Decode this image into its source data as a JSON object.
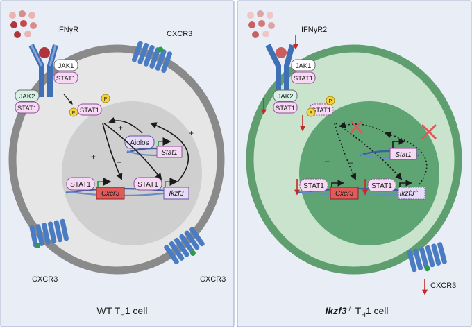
{
  "left_panel": {
    "receptor_label": "IFNγR",
    "cxcr3_label": "CXCR3",
    "jak1": "JAK1",
    "jak2": "JAK2",
    "stat1": "STAT1",
    "phospho": "P",
    "aiolos": "Aiolos",
    "gene_stat1": "Stat1",
    "gene_cxcr3": "Cxcr3",
    "gene_ikzf3": "Ikzf3",
    "plus": "+",
    "caption_prefix": "WT T",
    "caption_sub": "H",
    "caption_suffix": "1 cell"
  },
  "right_panel": {
    "receptor_label": "IFNγR2",
    "cxcr3_label": "CXCR3",
    "jak1": "JAK1",
    "jak2": "JAK2",
    "stat1": "STAT1",
    "phospho": "P",
    "gene_stat1": "Stat1",
    "gene_cxcr3": "Cxcr3",
    "gene_ikzf3": "Ikzf3",
    "gene_ikzf3_sup": "-/-",
    "minus": "–",
    "caption_gene": "Ikzf3",
    "caption_sup": "-/-",
    "caption_prefix": " T",
    "caption_sub": "H",
    "caption_suffix": "1 cell"
  },
  "colors": {
    "panel_bg": "#e9edf6",
    "panel_border": "#9aa7c8",
    "wt_cell_membrane": "#8a8a8a",
    "wt_cytoplasm": "#e6e6e6",
    "wt_nucleus": "#cfcfcf",
    "ko_cell_membrane": "#5f9e6e",
    "ko_cytoplasm": "#c9e3cc",
    "ko_nucleus": "#5fa574",
    "receptor_blue": "#3f6fb5",
    "stat_pink": "#f6d9f2",
    "stat_border": "#8e4f99",
    "phospho_yellow": "#f3d23b",
    "promoter_green": "#2fa84f",
    "cxcr3_gene_red": "#e05a5a",
    "down_arrow_red": "#c62828",
    "block_x_red": "#e05757"
  }
}
